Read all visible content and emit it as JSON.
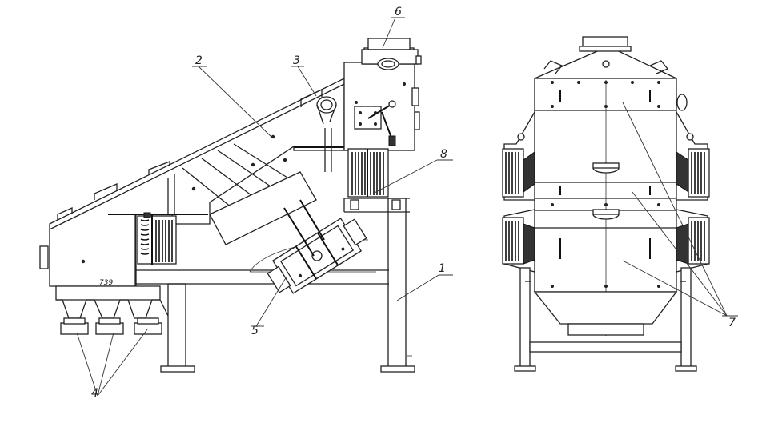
{
  "callouts": {
    "c1": "1",
    "c2": "2",
    "c3": "3",
    "c4": "4",
    "c5": "5",
    "c6": "6",
    "c7": "7",
    "c8": "8"
  },
  "dimension": "739"
}
